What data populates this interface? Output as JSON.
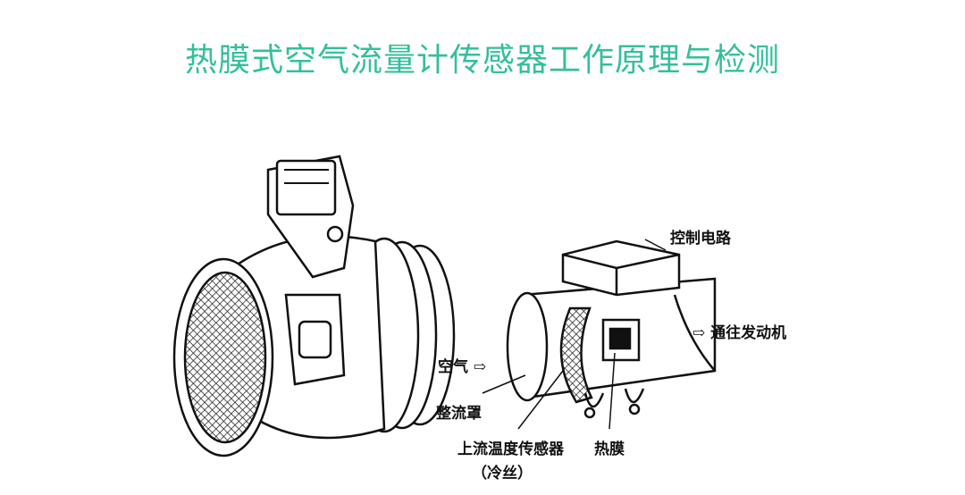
{
  "title": "热膜式空气流量计传感器工作原理与检测",
  "diagram": {
    "labels": {
      "control_circuit": "控制电路",
      "to_engine": "⇨ 通往发动机",
      "air": "空气 ⇨",
      "flow_rectifier": "整流罩",
      "upstream_temp_sensor": "上流温度传感器",
      "cold_wire": "（冷丝）",
      "hot_film": "热膜"
    }
  }
}
